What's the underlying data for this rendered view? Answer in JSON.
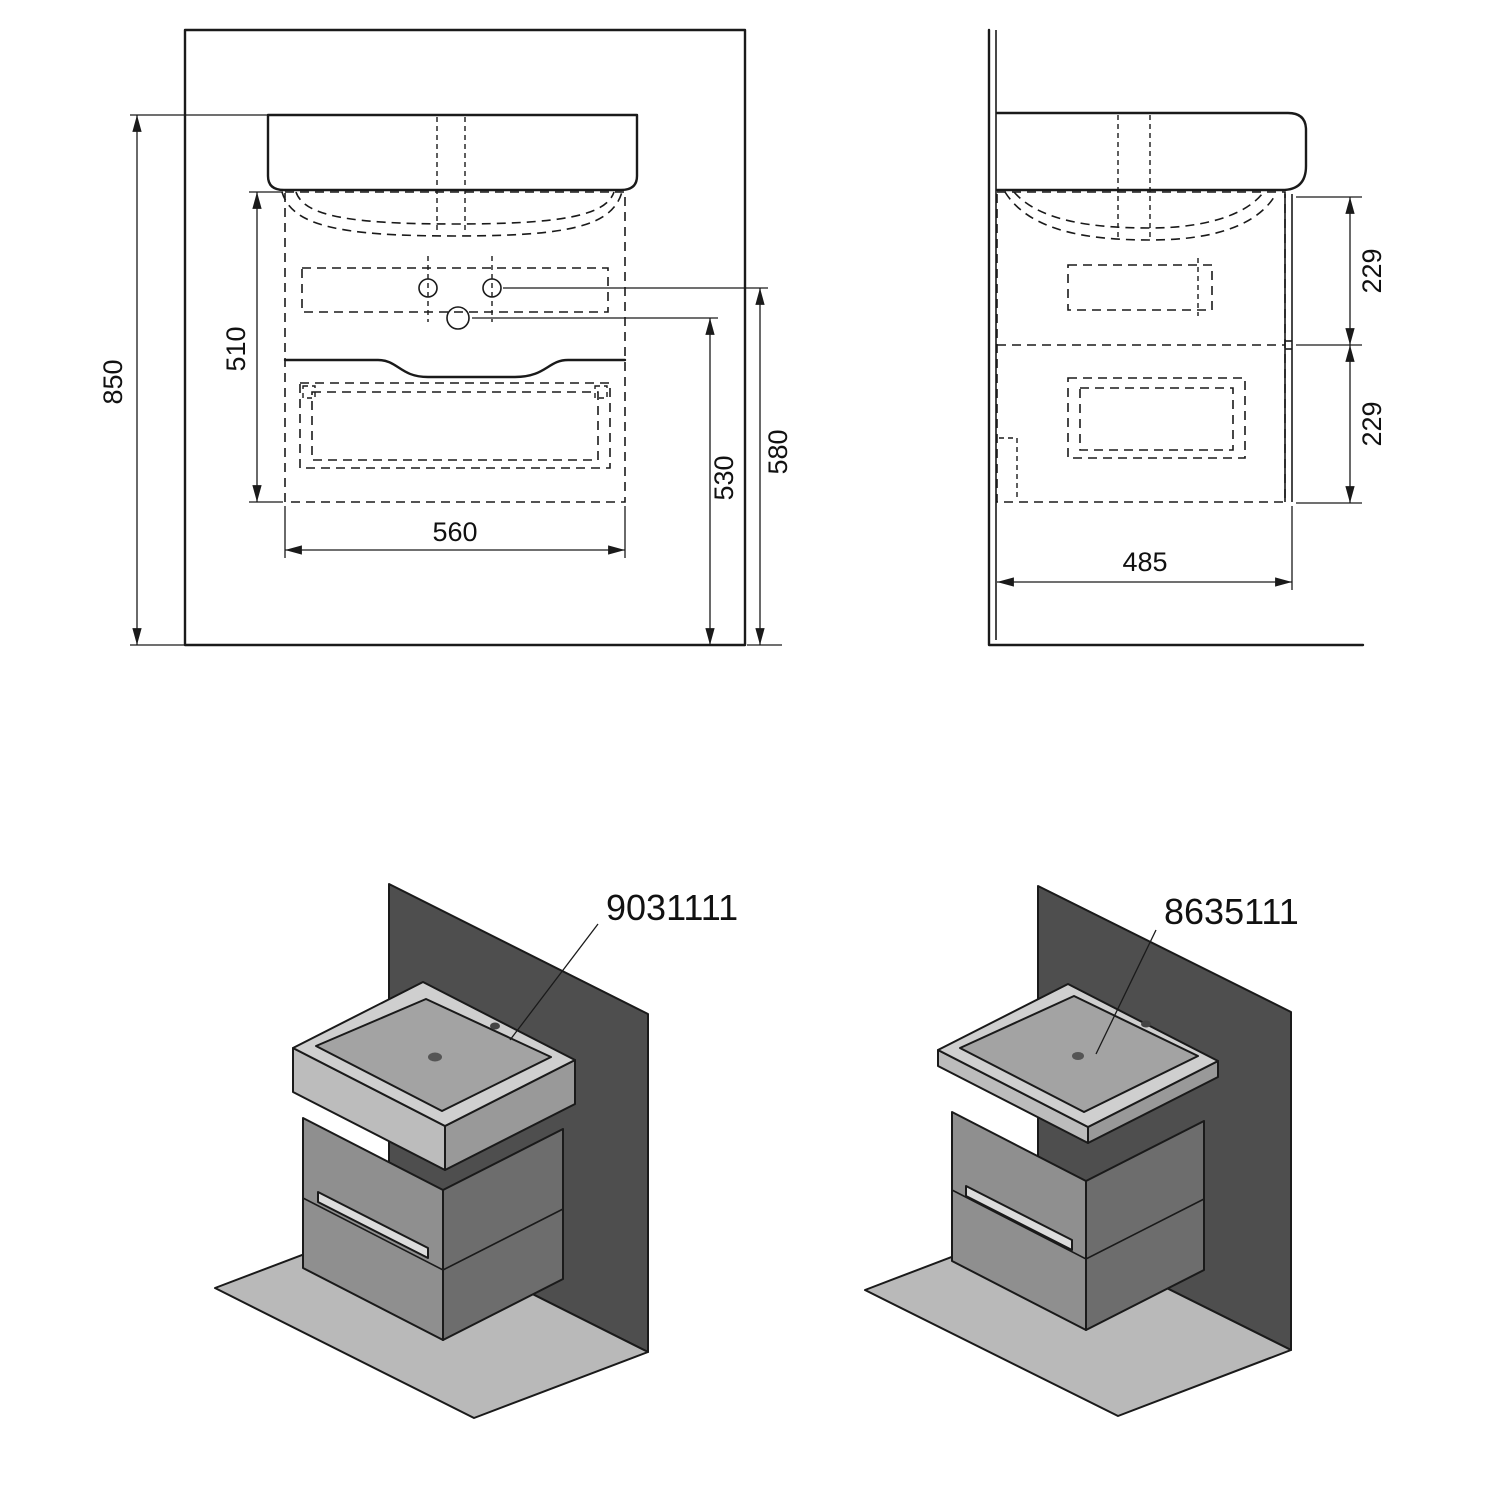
{
  "drawing": {
    "type": "bathroom-vanity-technical-drawing",
    "views": [
      "front-view",
      "side-view",
      "isometric-left",
      "isometric-right"
    ]
  },
  "dimensions": {
    "front": {
      "overall_height": "850",
      "cabinet_height": "510",
      "cabinet_width": "560",
      "basin_hole_height": "530",
      "tap_hole_height": "580"
    },
    "side": {
      "upper_drawer_height": "229",
      "lower_drawer_height": "229",
      "depth": "485"
    }
  },
  "products": {
    "left": {
      "code": "9031111"
    },
    "right": {
      "code": "8635111"
    }
  },
  "colors": {
    "line": "#1a1a1a",
    "wall_panel": "#4e4e4e",
    "floor_panel": "#b9b9b9",
    "cabinet_front": "#8f8f8f",
    "cabinet_side": "#6d6d6d",
    "basin_top": "#cfcfcf",
    "basin_inner": "#a3a3a3"
  }
}
